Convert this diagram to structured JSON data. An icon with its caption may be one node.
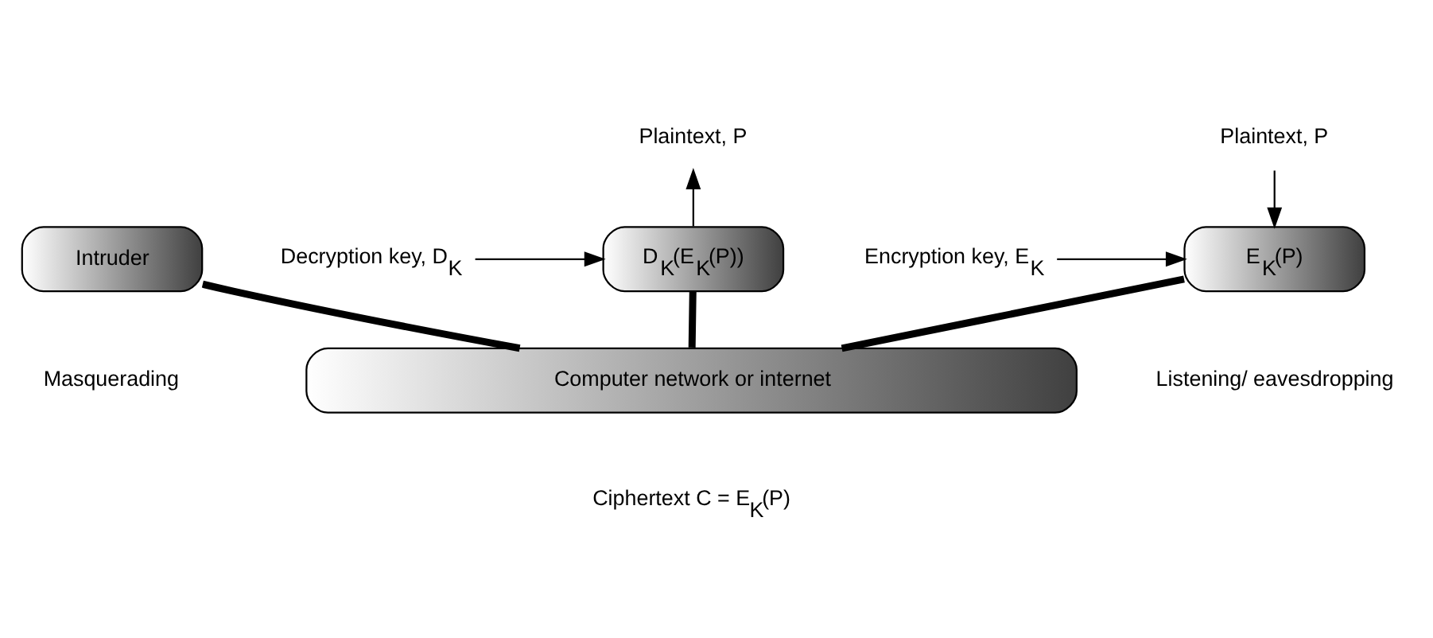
{
  "diagram": {
    "nodes": [
      {
        "text": [
          "Plaintext, P"
        ]
      },
      {
        "text": [
          "Encryption key, E$_{K}$"
        ]
      },
      {
        "text": [
          "E$_{K}$(P)"
        ]
      },
      {
        "text": [
          "Intruder"
        ]
      },
      {
        "text": [
          "D$_{K}$(E$_{K}$(P))"
        ]
      },
      {
        "text": [
          "Plaintext, P"
        ]
      },
      {
        "text": [
          "Decryption key, D$_{K}$"
        ]
      },
      {
        "text": [
          "Computer network or internet"
        ]
      }
    ],
    "edges": [
      {
        "from": 0,
        "to": 2,
        "arrow": "to"
      },
      {
        "from": 1,
        "to": 2,
        "arrow": "to"
      },
      {
        "from": 4,
        "to": 5,
        "arrow": "to"
      },
      {
        "from": 6,
        "to": 4,
        "arrow": "to"
      },
      {
        "from": 2,
        "to": 7,
        "arrow": "none",
        "style": "thick"
      },
      {
        "from": 3,
        "to": 7,
        "arrow": "none",
        "style": "thick"
      },
      {
        "from": 4,
        "to": 7,
        "arrow": "none",
        "style": "thick"
      }
    ],
    "labels": [
      "Listening/ eavesdropping",
      "Masquerading",
      "Ciphertext C = E$_{K}$(P)"
    ]
  }
}
